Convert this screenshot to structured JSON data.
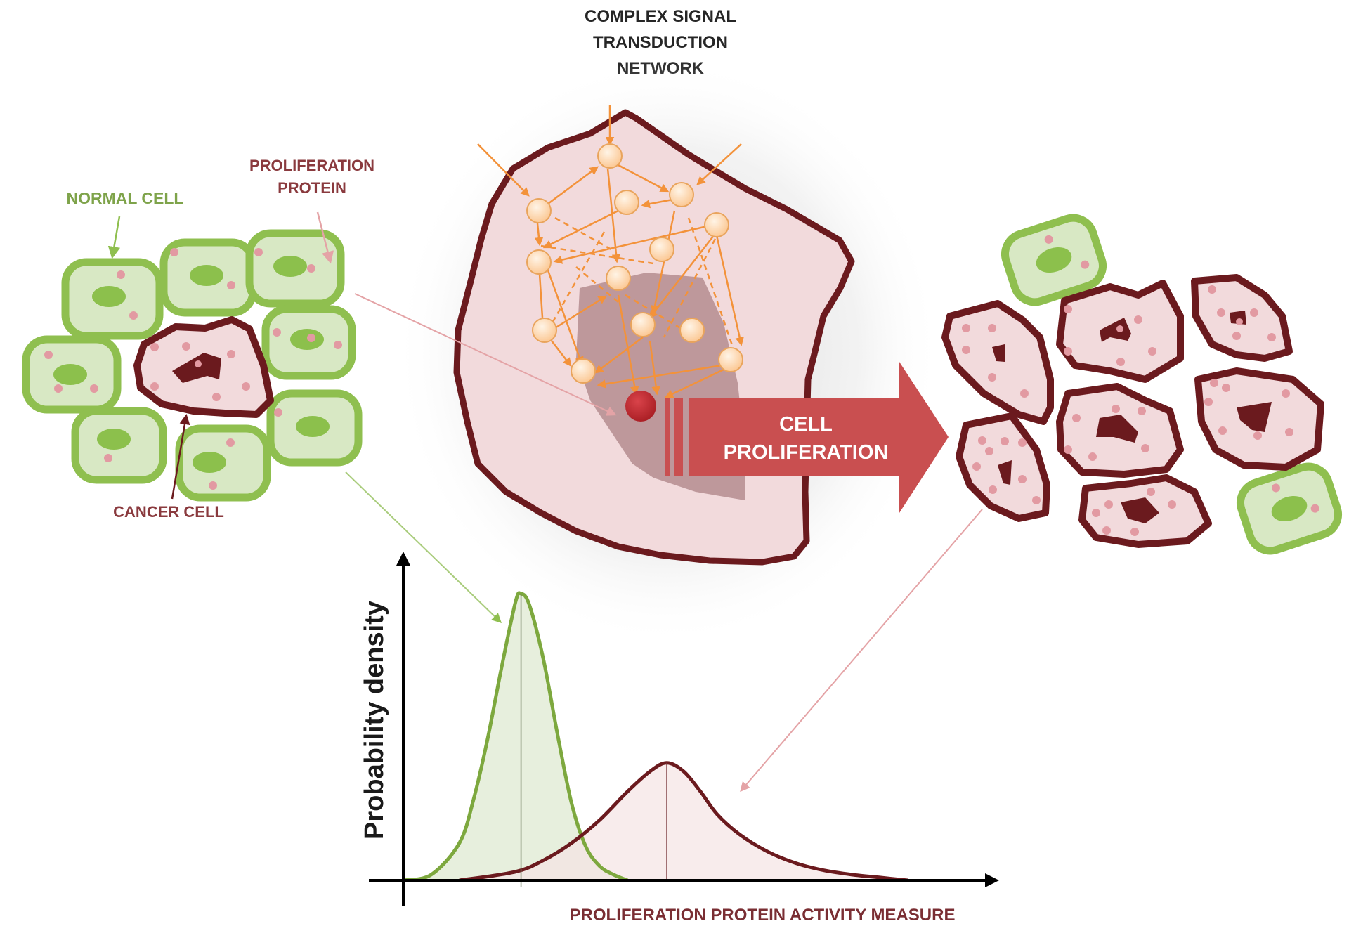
{
  "labels": {
    "network_title": [
      "COMPLEX SIGNAL",
      "TRANSDUCTION",
      "NETWORK"
    ],
    "normal_cell": "NORMAL CELL",
    "proliferation_protein": [
      "PROLIFERATION",
      "PROTEIN"
    ],
    "cancer_cell": "CANCER CELL",
    "cell_proliferation": [
      "CELL",
      "PROLIFERATION"
    ]
  },
  "colors": {
    "normal_border": "#8fbf4f",
    "normal_fill": "#d8e8c4",
    "normal_nucleus": "#8cc04c",
    "protein_dot": "#e29aa2",
    "cancer_border": "#6b1a1e",
    "cancer_fill": "#f2dadc",
    "cancer_nucleus": "#6b1a1e",
    "network_node": "#fcd0a0",
    "network_edge": "#f3923a",
    "target_protein": "#c0282e",
    "proliferation_arrow": "#c94f50"
  },
  "chart_data": {
    "type": "line",
    "title": "",
    "xlabel": "PROLIFERATION PROTEIN ACTIVITY MEASURE",
    "ylabel": "Probability density",
    "xlim": [
      0,
      10
    ],
    "ylim": [
      0,
      1
    ],
    "grid": false,
    "legend": "none",
    "series": [
      {
        "name": "Normal cells",
        "color": "#7da83e",
        "fill": "#e3ecd7",
        "distribution": "normal",
        "mode": 2.1,
        "peak_density": 1.0,
        "sd": 0.55,
        "x": [
          0.0,
          0.5,
          1.0,
          1.25,
          1.5,
          1.75,
          2.0,
          2.1,
          2.25,
          2.5,
          2.75,
          3.0,
          3.25,
          3.5,
          3.75,
          4.0
        ],
        "y": [
          0.0,
          0.02,
          0.13,
          0.28,
          0.49,
          0.74,
          0.97,
          1.0,
          0.96,
          0.77,
          0.51,
          0.27,
          0.12,
          0.05,
          0.02,
          0.0
        ]
      },
      {
        "name": "Cancer cells",
        "color": "#6b1a1e",
        "fill": "#f5e4e4",
        "distribution": "right-skewed",
        "mode": 4.7,
        "peak_density": 0.41,
        "x": [
          1.0,
          2.0,
          2.5,
          3.0,
          3.5,
          4.0,
          4.4,
          4.7,
          5.0,
          5.3,
          5.6,
          6.0,
          6.5,
          7.0,
          7.5,
          8.0,
          8.5,
          9.0
        ],
        "y": [
          0.0,
          0.03,
          0.07,
          0.13,
          0.21,
          0.31,
          0.38,
          0.41,
          0.38,
          0.31,
          0.23,
          0.16,
          0.1,
          0.06,
          0.035,
          0.02,
          0.01,
          0.0
        ]
      }
    ]
  }
}
